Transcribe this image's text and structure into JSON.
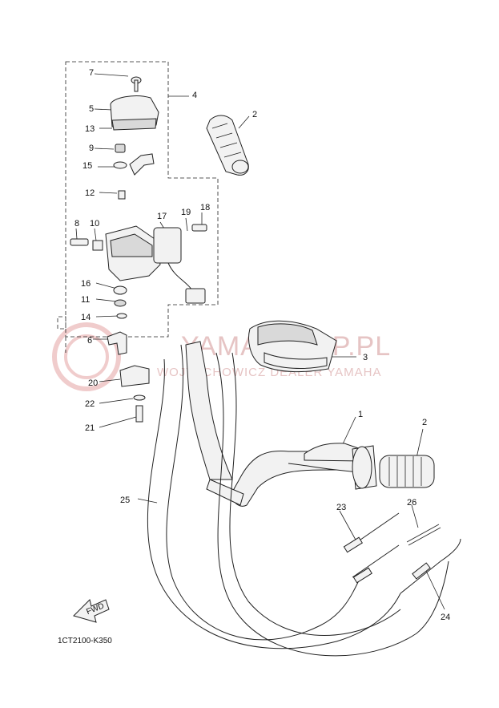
{
  "diagram": {
    "part_numbers": [
      "1",
      "2",
      "2",
      "3",
      "4",
      "5",
      "6",
      "7",
      "8",
      "9",
      "10",
      "11",
      "12",
      "13",
      "14",
      "15",
      "16",
      "17",
      "18",
      "19",
      "20",
      "21",
      "22",
      "23",
      "24",
      "25",
      "26"
    ],
    "diagram_code": "1CT2100-K350",
    "fwd_label": "FWD",
    "watermark": {
      "brand": "YAMASKLEP.PL",
      "dealer": "WOJTECHOWICZ DEALER YAMAHA"
    },
    "colors": {
      "ink": "#222222",
      "watermark": "#e6c4c4"
    }
  }
}
